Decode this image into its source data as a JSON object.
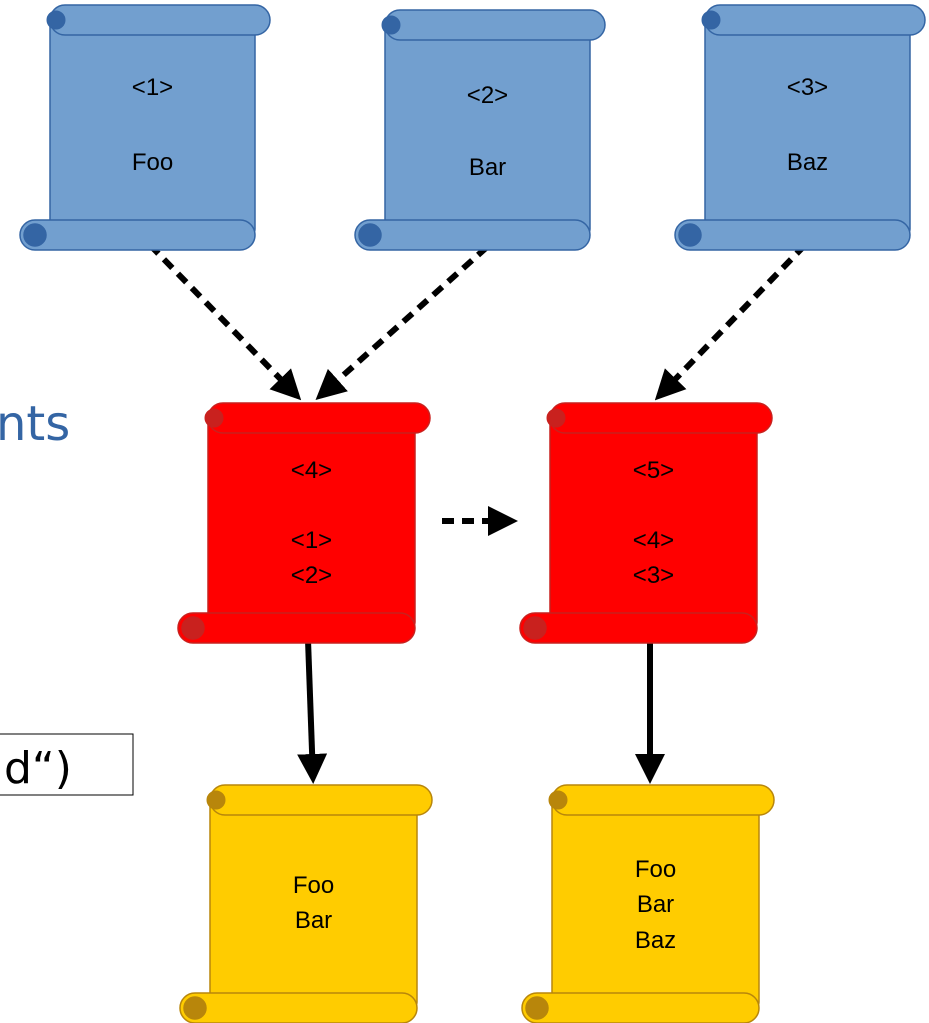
{
  "colors": {
    "blue": "#729fcf",
    "blue_dark": "#3465a4",
    "red": "#ff0000",
    "red_dark": "#c9211e",
    "yellow": "#ffcc00",
    "yellow_dark": "#b8860b",
    "title_blue": "#3465a4"
  },
  "background": {
    "partial_title": "nts",
    "partial_box_text": "d“)"
  },
  "nodes": {
    "n1": {
      "line1": "<1>",
      "line2": "Foo"
    },
    "n2": {
      "line1": "<2>",
      "line2": "Bar"
    },
    "n3": {
      "line1": "<3>",
      "line2": "Baz"
    },
    "n4": {
      "line1": "<4>",
      "line2": "<1>",
      "line3": "<2>"
    },
    "n5": {
      "line1": "<5>",
      "line2": "<4>",
      "line3": "<3>"
    },
    "r1": {
      "line1": "Foo",
      "line2": "Bar"
    },
    "r2": {
      "line1": "Foo",
      "line2": "Bar",
      "line3": "Baz"
    }
  }
}
